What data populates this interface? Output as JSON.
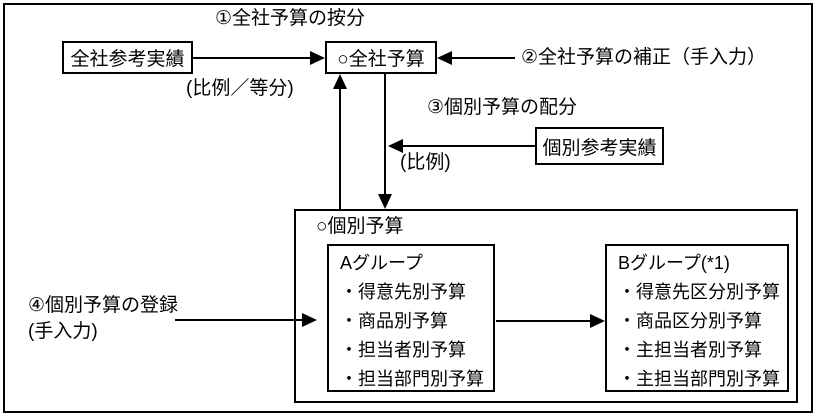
{
  "diagram": {
    "labels": {
      "step1": "①全社予算の按分",
      "step1_note": "(比例／等分)",
      "step2": "②全社予算の補正（手入力）",
      "step3": "③個別予算の配分",
      "step3_note": "(比例)",
      "step4": "④個別予算の登録",
      "step4_note": "(手入力)",
      "individual_budget_title": "○個別予算"
    },
    "boxes": {
      "company_reference": "全社参考実績",
      "company_budget": "○全社予算",
      "individual_reference": "個別参考実績"
    },
    "group_a": {
      "title": "Aグループ",
      "items": [
        "・得意先別予算",
        "・商品別予算",
        "・担当者別予算",
        "・担当部門別予算"
      ]
    },
    "group_b": {
      "title": "Bグループ(*1)",
      "items": [
        "・得意先区分別予算",
        "・商品区分別予算",
        "・主担当者別予算",
        "・主担当部門別予算"
      ]
    },
    "colors": {
      "line": "#000000",
      "background": "#ffffff"
    }
  }
}
